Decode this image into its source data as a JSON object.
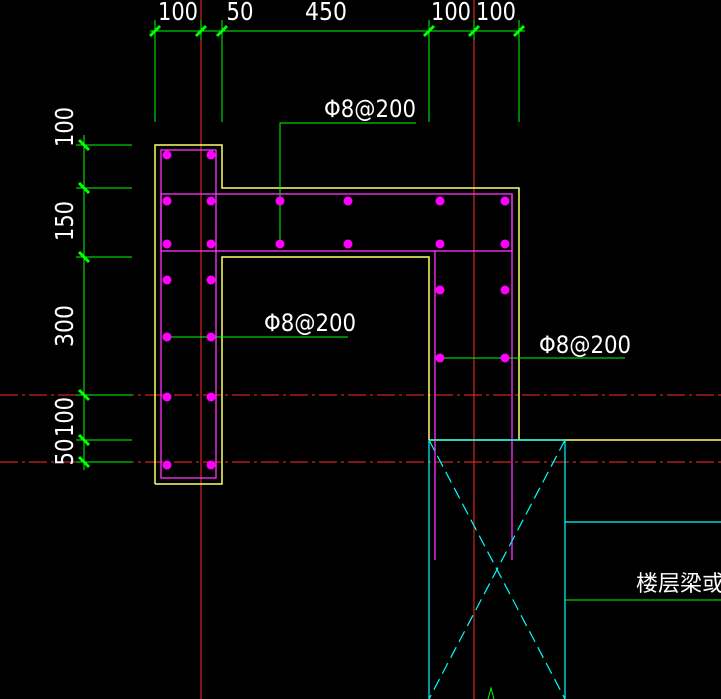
{
  "drawing": {
    "top_dimensions": [
      "100",
      "50",
      "450",
      "100",
      "100"
    ],
    "left_dimensions": [
      "100",
      "150",
      "300",
      "100",
      "50"
    ],
    "rebar_labels": [
      "Φ8@200",
      "Φ8@200",
      "Φ8@200"
    ],
    "beam_label": "楼层梁或板"
  },
  "colors": {
    "background": "#000000",
    "dimension": "#00ff00",
    "tick": "#00ff00",
    "concrete_outline": "#ffff66",
    "stirrup": "#ff33ff",
    "rebar_dot": "#ff00ff",
    "axis": "#ff2a2a",
    "column": "#00ffff",
    "text": "#ffffff"
  }
}
